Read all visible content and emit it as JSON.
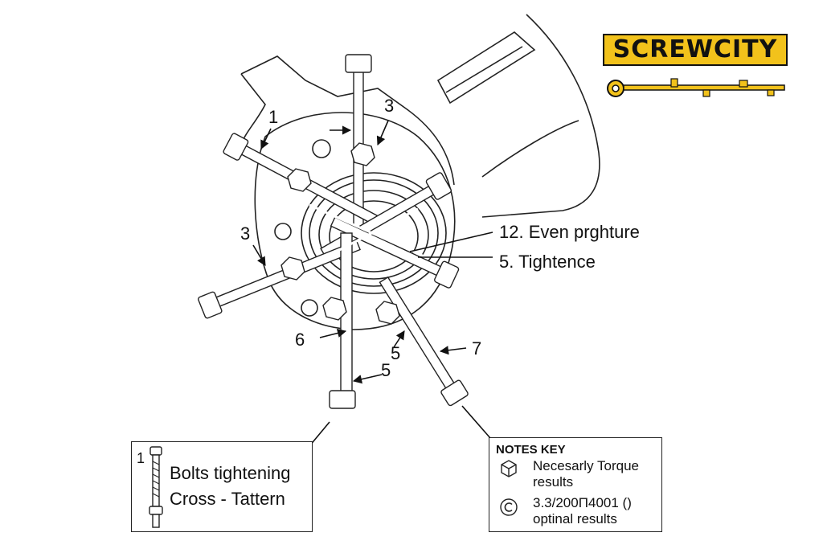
{
  "logo": {
    "text": "SCREWCITY",
    "brand_color": "#f2c21b"
  },
  "diagram": {
    "callouts": {
      "top_1": "1",
      "top_3": "3",
      "left_3": "3",
      "bottom_6": "6",
      "bottom_5a": "5",
      "bottom_5b": "5",
      "bottom_7": "7",
      "even_pressure": "12. Even prghture",
      "tighten": "5. Tightence"
    }
  },
  "legend": {
    "number": "1",
    "line1": "Bolts tightening",
    "line2": "Cross - Tattern"
  },
  "notes": {
    "title": "NOTES KEY",
    "item1_line1": "Necesarly Torque",
    "item1_line2": "results",
    "item1_icon": "torque-cube-icon",
    "item2_line1": "3.3/200Π4001 ()",
    "item2_line2": "optinal results",
    "item2_icon": "copyright-icon"
  }
}
